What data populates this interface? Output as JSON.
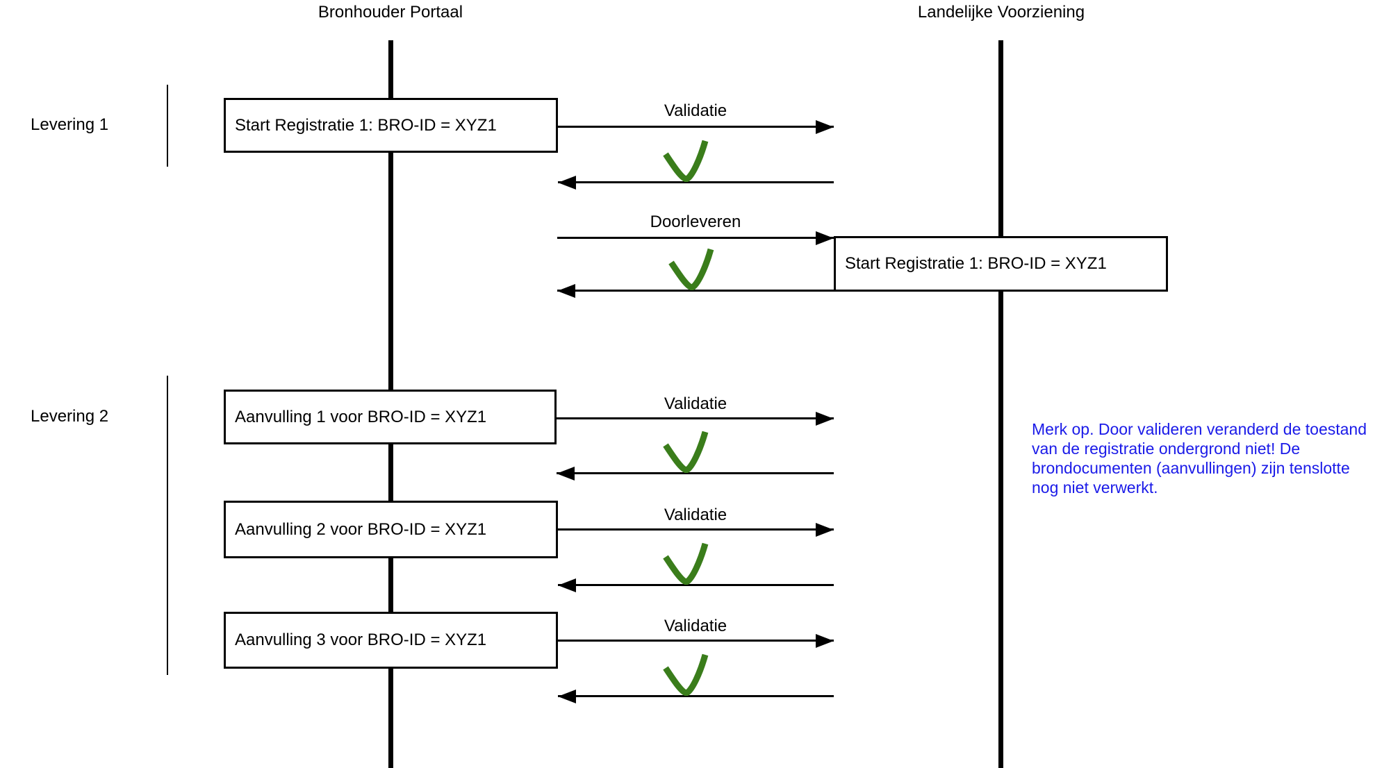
{
  "actors": {
    "bronhouder": "Bronhouder Portaal",
    "landelijke": "Landelijke Voorziening"
  },
  "leveringen": {
    "levering1": "Levering 1",
    "levering2": "Levering 2"
  },
  "boxes": {
    "start_registratie_portaal": "Start Registratie 1: BRO-ID = XYZ1",
    "start_registratie_lv": "Start Registratie 1: BRO-ID = XYZ1",
    "aanvulling1": "Aanvulling 1 voor BRO-ID = XYZ1",
    "aanvulling2": "Aanvulling 2 voor BRO-ID = XYZ1",
    "aanvulling3": "Aanvulling 3 voor BRO-ID = XYZ1"
  },
  "messages": {
    "validatie": "Validatie",
    "doorleveren": "Doorleveren"
  },
  "note": {
    "color": "#1a1ae8",
    "lines": [
      "Merk  op. Door valideren veranderd de toestand",
      "van de registratie ondergrond niet! De",
      "brondocumenten (aanvullingen) zijn tenslotte",
      "nog niet verwerkt."
    ]
  },
  "colors": {
    "check_green": "#3a7d1b",
    "line_black": "#000000",
    "box_fill": "#ffffff"
  }
}
